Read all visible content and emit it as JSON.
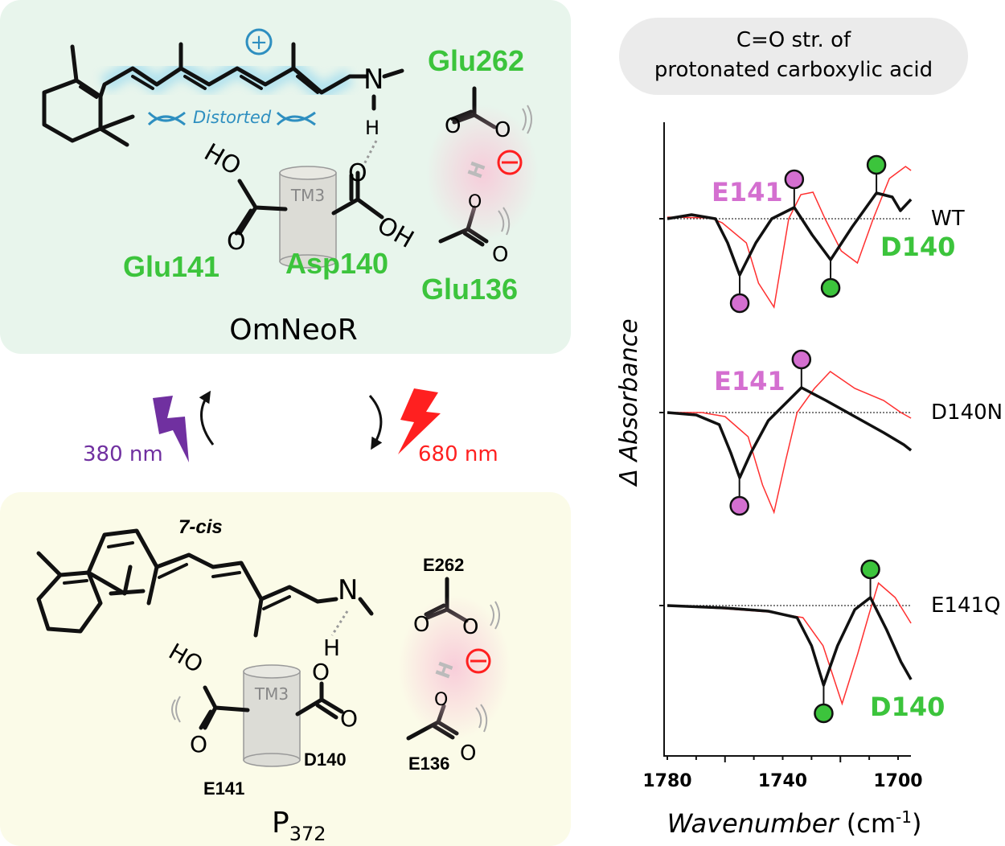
{
  "top_panel": {
    "title": "OmNeoR",
    "distorted_label": "Distorted",
    "charge_plus": "+",
    "residues": {
      "glu262": "Glu262",
      "glu141": "Glu141",
      "asp140": "Asp140",
      "glu136": "Glu136"
    },
    "helix_label": "TM3",
    "atoms": {
      "N": "N",
      "H": "H",
      "O": "O",
      "HO": "HO",
      "OH": "OH"
    }
  },
  "transitions": {
    "left_wavelength": "380 nm",
    "right_wavelength": "680 nm"
  },
  "bottom_panel": {
    "title_main": "P",
    "title_sub": "372",
    "isomer_label": "7-cis",
    "residues": {
      "e262": "E262",
      "e141": "E141",
      "d140": "D140",
      "e136": "E136"
    },
    "helix_label": "TM3"
  },
  "colors": {
    "green": "#3cc43c",
    "magenta": "#d46fd0",
    "purple": "#7030a0",
    "red": "#ff2020",
    "blue": "#2e8fc0",
    "top_bg": "#e8f5ec",
    "bottom_bg": "#fbfbe8"
  },
  "chart_data": {
    "type": "line",
    "title": "C=O str. of protonated carboxylic acid",
    "title_line1": "C=O str. of",
    "title_line2": "protonated carboxylic acid",
    "xlabel": "Wavenumber",
    "xlabel_unit": "(cm",
    "xlabel_unit_exp": "-1",
    "xlabel_unit_close": ")",
    "ylabel": "Δ Absorbance",
    "xlim": [
      1780,
      1695
    ],
    "xticks": [
      "1780",
      "1740",
      "1700"
    ],
    "xtick_values": [
      1780,
      1740,
      1700
    ],
    "offsets": [
      0,
      -24,
      -48
    ],
    "panels": [
      {
        "name": "WT",
        "black": [
          [
            1780,
            0
          ],
          [
            1771.6,
            0.5
          ],
          [
            1763.3,
            0
          ],
          [
            1759.1,
            -3
          ],
          [
            1754.9,
            -7
          ],
          [
            1749.3,
            -3
          ],
          [
            1743.8,
            0
          ],
          [
            1736,
            1.4
          ],
          [
            1729.8,
            -2
          ],
          [
            1723.4,
            -5.1
          ],
          [
            1715.9,
            -1
          ],
          [
            1707.5,
            3.2
          ],
          [
            1702,
            2.7
          ],
          [
            1699.2,
            1
          ],
          [
            1695.5,
            2.4
          ]
        ],
        "red": [
          [
            1780,
            0.2
          ],
          [
            1765,
            0.1
          ],
          [
            1761,
            -0.5
          ],
          [
            1752.6,
            -3
          ],
          [
            1748.4,
            -8
          ],
          [
            1743,
            -11
          ],
          [
            1740.7,
            -6
          ],
          [
            1737.9,
            0
          ],
          [
            1733.7,
            3
          ],
          [
            1729.5,
            3.3
          ],
          [
            1725.3,
            0
          ],
          [
            1719.7,
            -4
          ],
          [
            1714.1,
            -5.5
          ],
          [
            1708.6,
            0
          ],
          [
            1703,
            5
          ],
          [
            1697.4,
            6.5
          ],
          [
            1695.5,
            6
          ]
        ],
        "markers": [
          {
            "wn": 1754.9,
            "value": -7,
            "color": "magenta",
            "dir": "down"
          },
          {
            "wn": 1736,
            "value": 1.4,
            "color": "magenta",
            "dir": "up"
          },
          {
            "wn": 1723.4,
            "value": -5.1,
            "color": "green",
            "dir": "down"
          },
          {
            "wn": 1707.5,
            "value": 3.2,
            "color": "green",
            "dir": "up"
          }
        ],
        "labels": [
          {
            "text": "E141",
            "color": "magenta"
          },
          {
            "text": "D140",
            "color": "green"
          }
        ]
      },
      {
        "name": "D140N",
        "black": [
          [
            1780,
            0
          ],
          [
            1770,
            -0.3
          ],
          [
            1762,
            -1.5
          ],
          [
            1758,
            -5
          ],
          [
            1754.9,
            -8.1
          ],
          [
            1751,
            -5
          ],
          [
            1745,
            -1
          ],
          [
            1738,
            1.5
          ],
          [
            1733.5,
            3.1
          ],
          [
            1725,
            1.5
          ],
          [
            1715,
            -0.5
          ],
          [
            1705,
            -2.5
          ],
          [
            1698,
            -4
          ],
          [
            1695.5,
            -4.7
          ]
        ],
        "red": [
          [
            1780,
            0
          ],
          [
            1768,
            0
          ],
          [
            1760,
            -0.5
          ],
          [
            1752,
            -3
          ],
          [
            1747,
            -9
          ],
          [
            1743,
            -12.4
          ],
          [
            1739,
            -6
          ],
          [
            1735,
            0
          ],
          [
            1729,
            3
          ],
          [
            1723.5,
            5.1
          ],
          [
            1715,
            3
          ],
          [
            1705,
            1.5
          ],
          [
            1699,
            0
          ],
          [
            1695.5,
            -0.7
          ]
        ],
        "markers": [
          {
            "wn": 1755,
            "value": -8.1,
            "color": "magenta",
            "dir": "down"
          },
          {
            "wn": 1733.5,
            "value": 3.1,
            "color": "magenta",
            "dir": "up"
          }
        ],
        "labels": [
          {
            "text": "E141",
            "color": "magenta"
          }
        ]
      },
      {
        "name": "E141Q",
        "black": [
          [
            1780,
            0
          ],
          [
            1760,
            -0.3
          ],
          [
            1745,
            -0.7
          ],
          [
            1735,
            -1.5
          ],
          [
            1730,
            -5
          ],
          [
            1725.8,
            -9.9
          ],
          [
            1721,
            -5
          ],
          [
            1715,
            -0.5
          ],
          [
            1709.6,
            1
          ],
          [
            1704,
            -3
          ],
          [
            1699,
            -7
          ],
          [
            1695.5,
            -9.2
          ]
        ],
        "red": [
          [
            1780,
            0
          ],
          [
            1760,
            -0.4
          ],
          [
            1745,
            -0.8
          ],
          [
            1733,
            -1.5
          ],
          [
            1726,
            -5
          ],
          [
            1719.4,
            -12.2
          ],
          [
            1714,
            -6
          ],
          [
            1710,
            -1
          ],
          [
            1706.8,
            2.8
          ],
          [
            1701,
            1
          ],
          [
            1695.5,
            -2.2
          ]
        ],
        "markers": [
          {
            "wn": 1725.8,
            "value": -9.9,
            "color": "green",
            "dir": "down"
          },
          {
            "wn": 1709.6,
            "value": 1,
            "color": "green",
            "dir": "up"
          }
        ],
        "labels": [
          {
            "text": "D140",
            "color": "green"
          }
        ]
      }
    ]
  }
}
